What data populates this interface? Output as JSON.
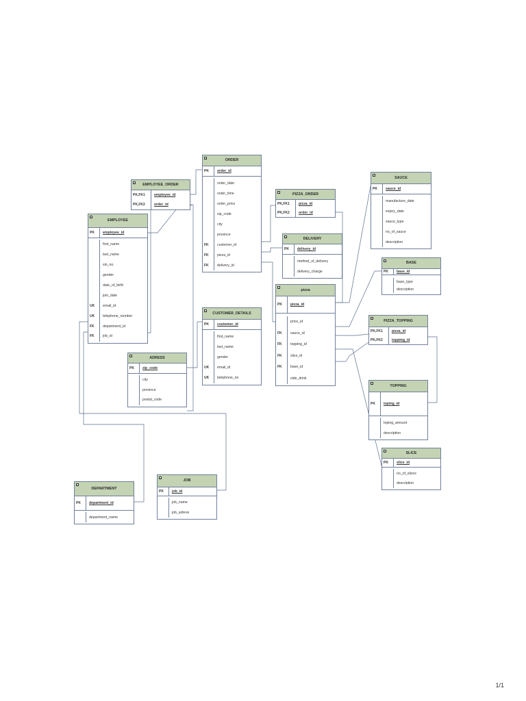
{
  "page": {
    "number": "1/1"
  },
  "collapse_icon_glyph": "−",
  "entities": {
    "order": {
      "title": "ORDER",
      "keys": [
        {
          "key": "PK",
          "name": "order_id"
        }
      ],
      "attrs": [
        {
          "key": "",
          "name": "order_date"
        },
        {
          "key": "",
          "name": "order_time"
        },
        {
          "key": "",
          "name": "order_price"
        },
        {
          "key": "",
          "name": "zip_code"
        },
        {
          "key": "",
          "name": "city"
        },
        {
          "key": "",
          "name": "province"
        },
        {
          "key": "FK",
          "name": "customer_id"
        },
        {
          "key": "FK",
          "name": "pizza_id"
        },
        {
          "key": "FK",
          "name": "delivery_id"
        }
      ]
    },
    "employee_order": {
      "title": "EMPLOYEE_ORDER",
      "keys": [
        {
          "key": "PK,FK1",
          "name": "employee_id"
        },
        {
          "key": "PK,FK2",
          "name": "order_id"
        }
      ]
    },
    "employee": {
      "title": "EMPLOYEE",
      "keys": [
        {
          "key": "PK",
          "name": "employee_id"
        }
      ],
      "attrs": [
        {
          "key": "",
          "name": "first_name"
        },
        {
          "key": "",
          "name": "last_name"
        },
        {
          "key": "",
          "name": "sin_no."
        },
        {
          "key": "",
          "name": "gender"
        },
        {
          "key": "",
          "name": "date_of_birth"
        },
        {
          "key": "",
          "name": "join_date"
        },
        {
          "key": "UK",
          "name": "email_id"
        },
        {
          "key": "UK",
          "name": "telephone_number"
        },
        {
          "key": "FK",
          "name": "department_id"
        },
        {
          "key": "FK",
          "name": "job_id"
        }
      ]
    },
    "pizza_order": {
      "title": "PIZZA_ORDER",
      "keys": [
        {
          "key": "PK,FK1",
          "name": "pizza_id"
        },
        {
          "key": "PK,FK2",
          "name": "order_id"
        }
      ]
    },
    "delivery": {
      "title": "DELIVERY",
      "keys": [
        {
          "key": "PK",
          "name": "delivery_id"
        }
      ],
      "attrs": [
        {
          "key": "",
          "name": "method_of_delivery"
        },
        {
          "key": "",
          "name": "delivery_charge"
        }
      ]
    },
    "sauce": {
      "title": "SAUCE",
      "keys": [
        {
          "key": "PK",
          "name": "sauce_id"
        }
      ],
      "attrs": [
        {
          "key": "",
          "name": "manufacture_date"
        },
        {
          "key": "",
          "name": "expiry_date"
        },
        {
          "key": "",
          "name": "sauce_type"
        },
        {
          "key": "",
          "name": "no_of_sauce"
        },
        {
          "key": "",
          "name": "description"
        }
      ]
    },
    "base": {
      "title": "BASE",
      "keys": [
        {
          "key": "PK",
          "name": "base_id"
        }
      ],
      "attrs": [
        {
          "key": "",
          "name": "base_type"
        },
        {
          "key": "",
          "name": "description"
        }
      ]
    },
    "pizza": {
      "title": "pizza",
      "keys": [
        {
          "key": "PK",
          "name": "pizza_id"
        }
      ],
      "attrs": [
        {
          "key": "",
          "name": "price_id"
        },
        {
          "key": "FK",
          "name": "sauce_id"
        },
        {
          "key": "FK",
          "name": "topping_id"
        },
        {
          "key": "FK",
          "name": "slice_id"
        },
        {
          "key": "FK",
          "name": "base_id"
        },
        {
          "key": "",
          "name": "side_drink"
        }
      ]
    },
    "pizza_topping": {
      "title": "PIZZA_TOPPING",
      "keys": [
        {
          "key": "PK,FK1",
          "name": "pizza_id"
        },
        {
          "key": "PK,FK2",
          "name": "topping_id"
        }
      ]
    },
    "customer_details": {
      "title": "CUSTOMER_DETAILS",
      "keys": [
        {
          "key": "PK",
          "name": "customer_id"
        }
      ],
      "attrs": [
        {
          "key": "",
          "name": "first_name"
        },
        {
          "key": "",
          "name": "last_name"
        },
        {
          "key": "",
          "name": "gender"
        },
        {
          "key": "UK",
          "name": "email_id"
        },
        {
          "key": "UK",
          "name": "telephone_no"
        }
      ]
    },
    "adress": {
      "title": "ADRESS",
      "keys": [
        {
          "key": "PK",
          "name": "zip_code"
        }
      ],
      "attrs": [
        {
          "key": "",
          "name": "city"
        },
        {
          "key": "",
          "name": "province"
        },
        {
          "key": "",
          "name": "postal_code"
        }
      ]
    },
    "topping": {
      "title": "TOPPING",
      "keys": [
        {
          "key": "PK",
          "name": "toping_id"
        }
      ],
      "attrs": [
        {
          "key": "",
          "name": "toping_amount"
        },
        {
          "key": "",
          "name": "description"
        }
      ]
    },
    "slice": {
      "title": "SLICE",
      "keys": [
        {
          "key": "PK",
          "name": "slice_id"
        }
      ],
      "attrs": [
        {
          "key": "",
          "name": "no_of_slices"
        },
        {
          "key": "",
          "name": "description"
        }
      ]
    },
    "department": {
      "title": "DEPARTMENT",
      "keys": [
        {
          "key": "PK",
          "name": "department_id"
        }
      ],
      "attrs": [
        {
          "key": "",
          "name": "department_name"
        }
      ]
    },
    "job": {
      "title": "JOB",
      "keys": [
        {
          "key": "PK",
          "name": "job_id"
        }
      ],
      "attrs": [
        {
          "key": "",
          "name": "job_name"
        },
        {
          "key": "",
          "name": "job_adress"
        }
      ]
    }
  }
}
